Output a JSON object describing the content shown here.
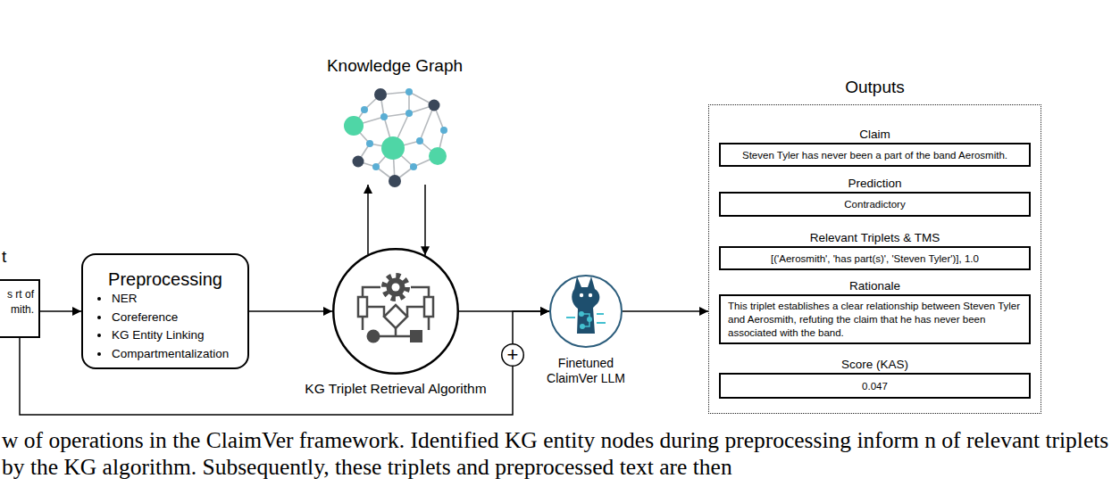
{
  "diagram": {
    "caption": "w of operations in the ClaimVer framework. Identified KG entity nodes during preprocessing inform n of relevant triplets by the KG algorithm. Subsequently, these triplets and preprocessed text are then",
    "nodes": [
      {
        "text": [
          "t",
          "s rt of mith."
        ]
      },
      {
        "text": [
          "Preprocessing",
          "NER",
          "Coreference",
          "KG Entity Linking",
          "Compartmentalization"
        ]
      },
      {
        "text": [
          "Knowledge Graph"
        ]
      },
      {
        "text": [
          "KG Triplet Retrieval Algorithm"
        ]
      },
      {
        "text": [
          "+"
        ]
      },
      {
        "text": [
          "Finetuned ClaimVer LLM"
        ]
      },
      {
        "text": [
          "Outputs"
        ]
      },
      {
        "text": [
          "Claim",
          "Steven Tyler has never been a part of the band Aerosmith."
        ],
        "in": 6
      },
      {
        "text": [
          "Prediction",
          "Contradictory"
        ],
        "in": 6
      },
      {
        "text": [
          "Relevant Triplets & TMS",
          "[('Aerosmith', 'has part(s)', 'Steven Tyler')], 1.0"
        ],
        "in": 6
      },
      {
        "text": [
          "Rationale",
          "This triplet establishes a clear relationship between Steven Tyler and Aerosmith, refuting the claim that he has never been associated with the band."
        ],
        "in": 6
      },
      {
        "text": [
          "Score (KAS)",
          "0.047"
        ],
        "in": 6
      }
    ],
    "edges": [
      {
        "from": 0,
        "to": 1,
        "arrow": "to"
      },
      {
        "from": 1,
        "to": 3,
        "arrow": "to"
      },
      {
        "from": 3,
        "to": 2,
        "arrow": "to"
      },
      {
        "from": 2,
        "to": 3,
        "arrow": "to"
      },
      {
        "from": 3,
        "to": 5,
        "arrow": "to"
      },
      {
        "from": 0,
        "to": 4,
        "arrow": "none"
      },
      {
        "from": 4,
        "to": 5,
        "arrow": "to"
      },
      {
        "from": 5,
        "to": 6,
        "arrow": "to"
      }
    ]
  }
}
